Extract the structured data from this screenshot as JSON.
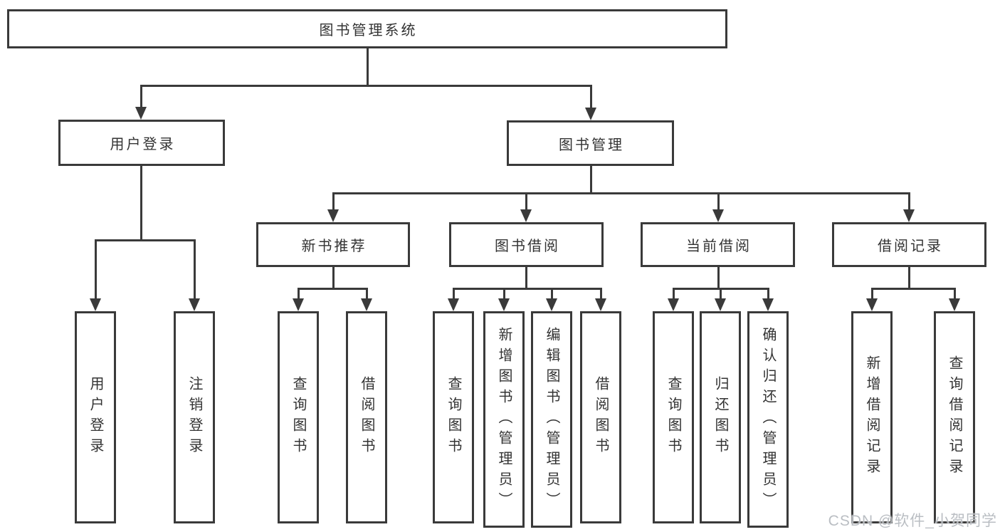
{
  "nodes": {
    "root": {
      "label": "图书管理系统"
    },
    "user_login": {
      "label": "用户登录"
    },
    "book_mgmt": {
      "label": "图书管理"
    },
    "new_book_rec": {
      "label": "新书推荐"
    },
    "book_borrow": {
      "label": "图书借阅"
    },
    "current_borrow": {
      "label": "当前借阅"
    },
    "borrow_record": {
      "label": "借阅记录"
    }
  },
  "leaves": {
    "user_login": [
      {
        "label": "用户登录"
      },
      {
        "label": "注销登录"
      }
    ],
    "new_book_rec": [
      {
        "label": "查询图书"
      },
      {
        "label": "借阅图书"
      }
    ],
    "book_borrow": [
      {
        "label": "查询图书"
      },
      {
        "label": "新增图书（管理员）"
      },
      {
        "label": "编辑图书（管理员）"
      },
      {
        "label": "借阅图书"
      }
    ],
    "current_borrow": [
      {
        "label": "查询图书"
      },
      {
        "label": "归还图书"
      },
      {
        "label": "确认归还（管理员）"
      }
    ],
    "borrow_record": [
      {
        "label": "新增借阅记录"
      },
      {
        "label": "查询借阅记录"
      }
    ]
  },
  "watermark": {
    "text": "CSDN @软件_小贺同学"
  },
  "colors": {
    "line": "#3a3a3a",
    "text": "#333333",
    "box_background": "#ffffff",
    "watermark": "#b6bac0",
    "background": "#ffffff"
  }
}
